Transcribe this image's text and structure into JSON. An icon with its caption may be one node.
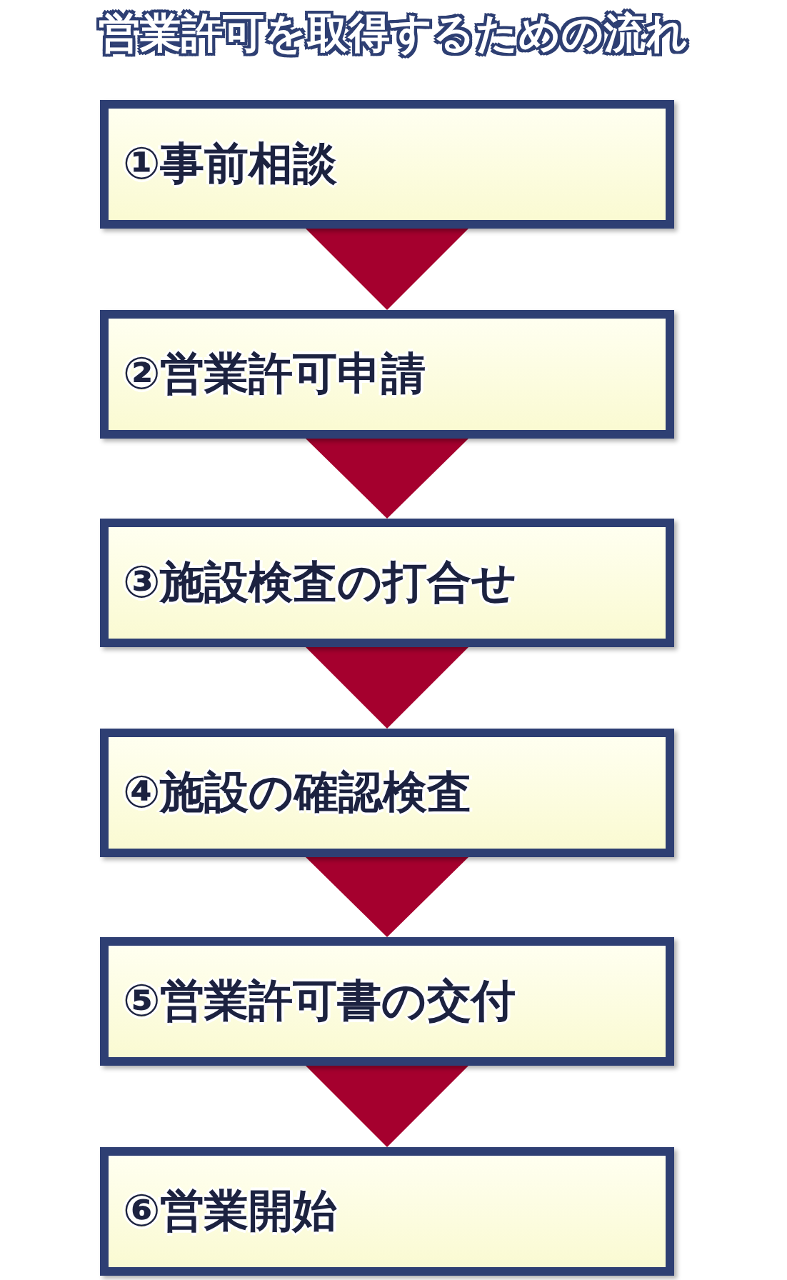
{
  "diagram": {
    "title": "営業許可を取得するための流れ",
    "nodes": [
      {
        "text": [
          "①事前相談"
        ]
      },
      {
        "text": [
          "②営業許可申請"
        ]
      },
      {
        "text": [
          "③施設検査の打合せ"
        ]
      },
      {
        "text": [
          "④施設の確認検査"
        ]
      },
      {
        "text": [
          "⑤営業許可書の交付"
        ]
      },
      {
        "text": [
          "⑥営業開始"
        ]
      }
    ],
    "edges": [
      {
        "from": 0,
        "to": 1,
        "arrow": "to"
      },
      {
        "from": 1,
        "to": 2,
        "arrow": "to"
      },
      {
        "from": 2,
        "to": 3,
        "arrow": "to"
      },
      {
        "from": 3,
        "to": 4,
        "arrow": "to"
      },
      {
        "from": 4,
        "to": 5,
        "arrow": "to"
      }
    ]
  }
}
